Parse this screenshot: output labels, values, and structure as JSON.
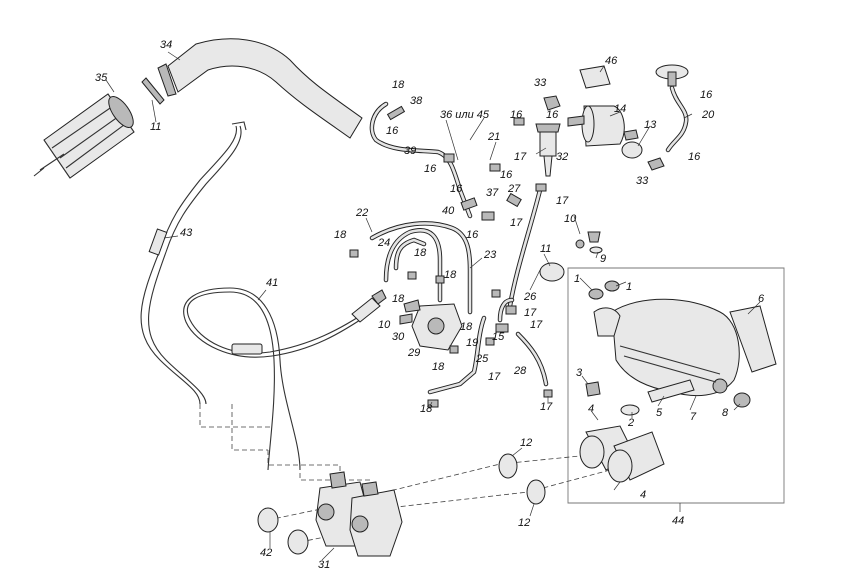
{
  "diagram": {
    "callouts": {
      "c34": "34",
      "c35": "35",
      "c11a": "11",
      "c18a": "18",
      "c38": "38",
      "c16a": "16",
      "c39": "39",
      "c16b": "16",
      "c36_45": "36 или 45",
      "c21": "21",
      "c16c": "16",
      "c33a": "33",
      "c16d": "16",
      "c46": "46",
      "c14": "14",
      "c16e": "16",
      "c20": "20",
      "c13": "13",
      "c16f": "16",
      "c33b": "33",
      "c32": "32",
      "c17a": "17",
      "c27": "27",
      "c16g": "16",
      "c37": "37",
      "c17b": "17",
      "c40": "40",
      "c16h": "16",
      "c17c": "17",
      "c22": "22",
      "c24": "24",
      "c18b": "18",
      "c43": "43",
      "c18c": "18",
      "c18d": "18",
      "c23": "23",
      "c10a": "10",
      "c9": "9",
      "c11b": "11",
      "c41": "41",
      "c18e": "18",
      "c10b": "10",
      "c30": "30",
      "c29": "29",
      "c18f": "18",
      "c26": "26",
      "c17d": "17",
      "c15": "15",
      "c19": "19",
      "c17e": "17",
      "c25": "25",
      "c17f": "17",
      "c18g": "18",
      "c18h": "18",
      "c28": "28",
      "c17g": "17",
      "c1a": "1",
      "c1b": "1",
      "c6": "6",
      "c3": "3",
      "c4a": "4",
      "c5": "5",
      "c2": "2",
      "c7": "7",
      "c8": "8",
      "c12a": "12",
      "c12b": "12",
      "c4b": "4",
      "c44": "44",
      "c42": "42",
      "c31": "31"
    }
  }
}
